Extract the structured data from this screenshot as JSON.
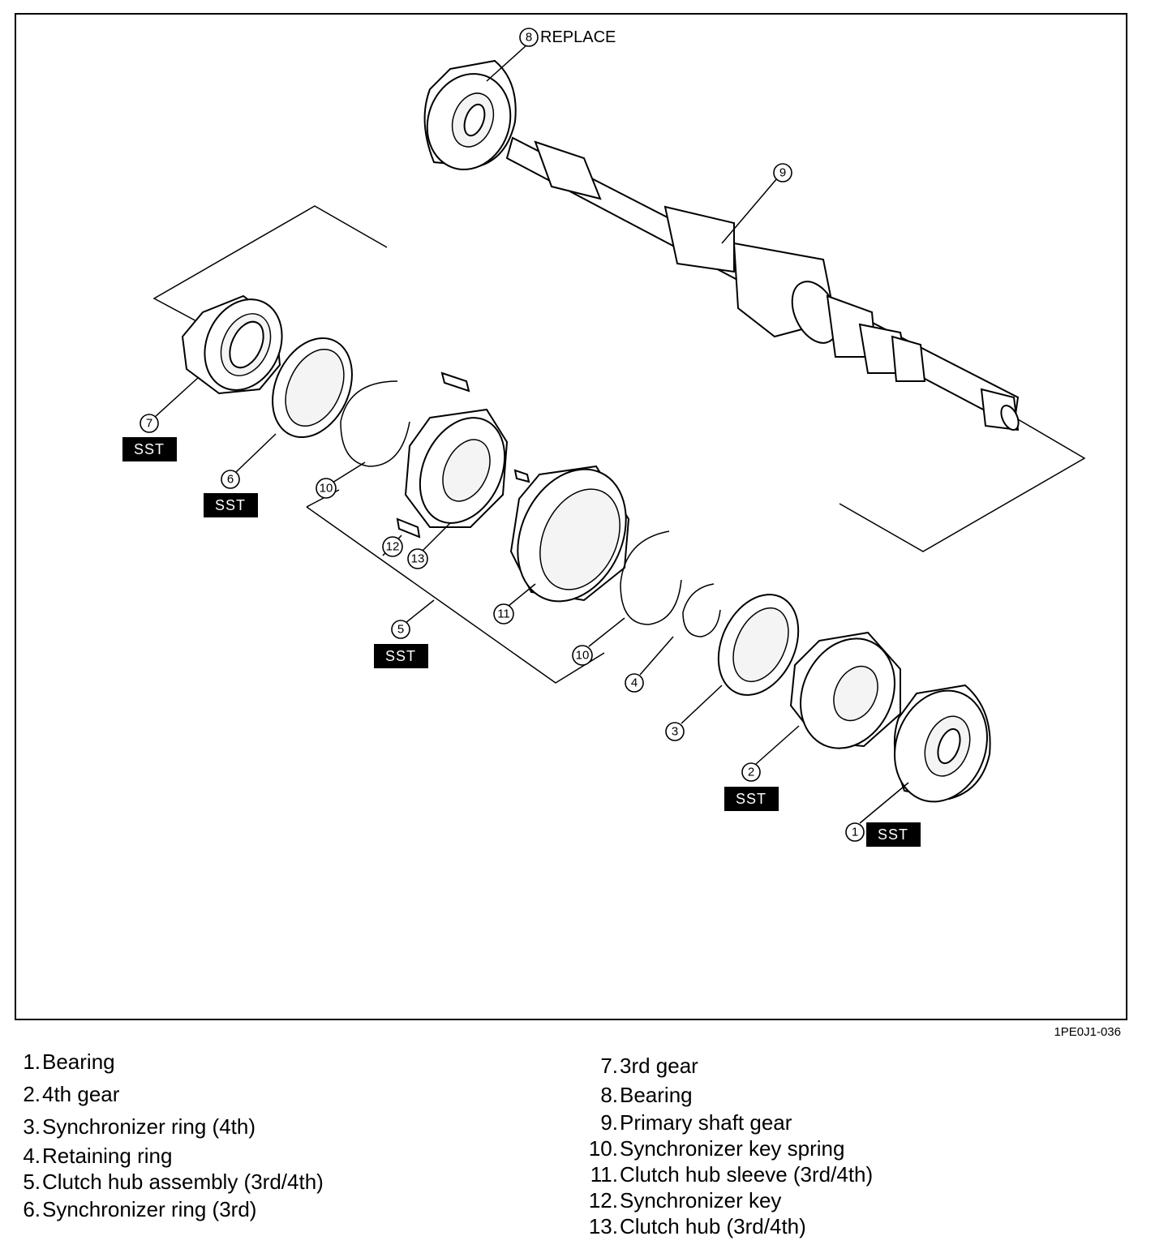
{
  "figure_code": "1PE0J1-036",
  "replace_label": "REPLACE",
  "sst_label": "SST",
  "callouts": {
    "c1": "1",
    "c2": "2",
    "c3": "3",
    "c4": "4",
    "c5": "5",
    "c6": "6",
    "c7": "7",
    "c8": "8",
    "c9": "9",
    "c10a": "10",
    "c10b": "10",
    "c11": "11",
    "c12": "12",
    "c13": "13"
  },
  "legend": {
    "left": [
      {
        "num": "1.",
        "label": "Bearing"
      },
      {
        "num": "2.",
        "label": "4th gear"
      },
      {
        "num": "3.",
        "label": "Synchronizer ring (4th)"
      },
      {
        "num": "4.",
        "label": "Retaining ring"
      },
      {
        "num": "5.",
        "label": "Clutch hub assembly (3rd/4th)"
      },
      {
        "num": "6.",
        "label": "Synchronizer ring (3rd)"
      }
    ],
    "right": [
      {
        "num": "7.",
        "label": "3rd gear"
      },
      {
        "num": "8.",
        "label": "Bearing"
      },
      {
        "num": "9.",
        "label": "Primary shaft gear"
      },
      {
        "num": "10.",
        "label": "Synchronizer key spring"
      },
      {
        "num": "11.",
        "label": "Clutch hub sleeve (3rd/4th)"
      },
      {
        "num": "12.",
        "label": "Synchronizer key"
      },
      {
        "num": "13.",
        "label": "Clutch hub (3rd/4th)"
      }
    ]
  }
}
